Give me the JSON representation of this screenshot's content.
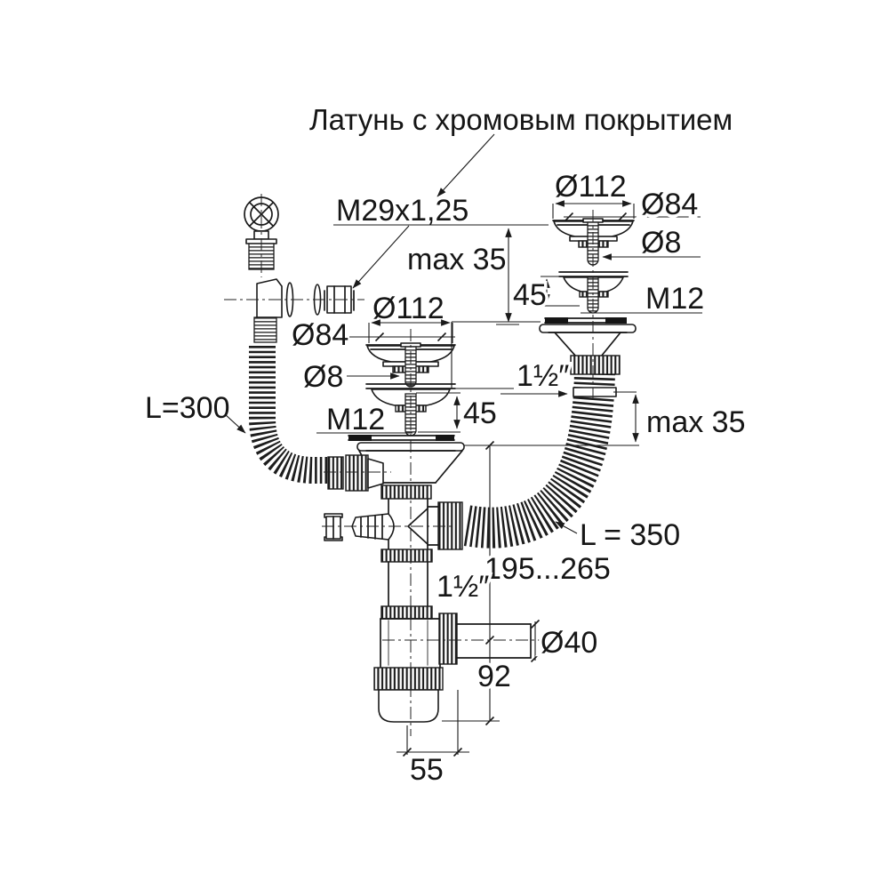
{
  "title": "Латунь с хромовым покрытием",
  "labels": {
    "thread_m29": "M29x1,25",
    "max35_top": "max 35",
    "max35_right": "max 35",
    "dia112_center": "Ø112",
    "dia84_center": "Ø84",
    "dia8_center": "Ø8",
    "m12_center": "M12",
    "h45_center": "45",
    "dia112_right": "Ø112",
    "dia84_right": "Ø84",
    "dia8_right": "Ø8",
    "h45_right": "45",
    "m12_right": "M12",
    "inch_right": "1½″",
    "inch_center": "1½″",
    "hose_left_length": "L=300",
    "hose_right_length": "L = 350",
    "height_range": "195...265",
    "dia40": "Ø40",
    "h92": "92",
    "w55": "55"
  },
  "colors": {
    "line": "#1a1a1a",
    "background": "#ffffff"
  }
}
